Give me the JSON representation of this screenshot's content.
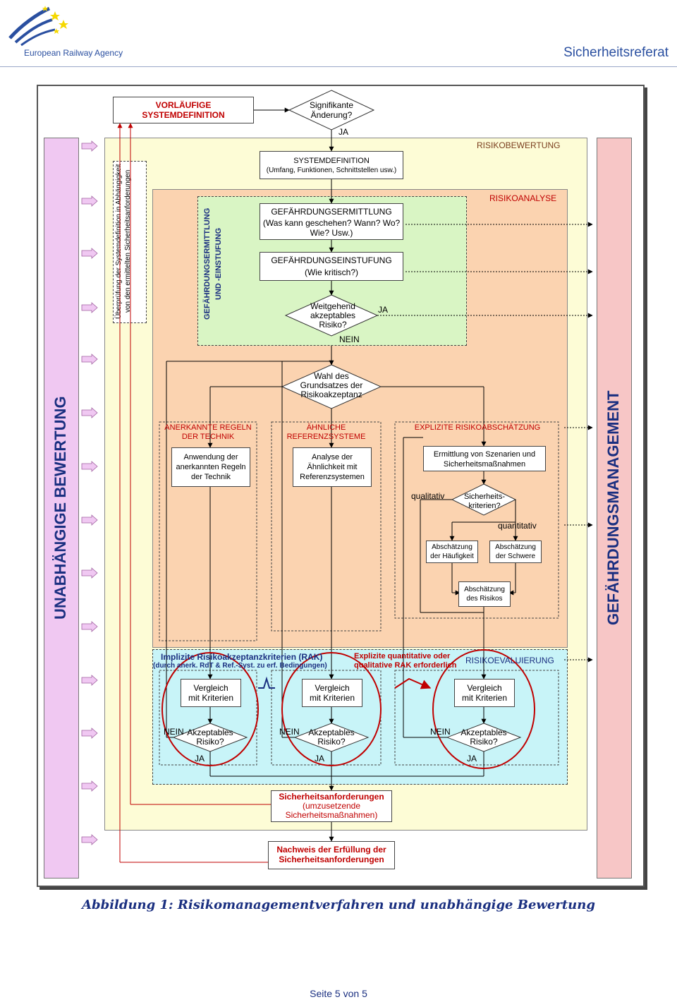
{
  "header": {
    "logo_text": "European Railway Agency",
    "page_title": "Sicherheitsreferat"
  },
  "diagram": {
    "vorlaeufige": "VORLÄUFIGE SYSTEMDEFINITION",
    "signifikant": "Signifikante Änderung?",
    "ja_top": "JA",
    "systemdef_title": "SYSTEMDEFINITION",
    "systemdef_sub": "(Umfang, Funktionen, Schnittstellen usw.)",
    "risikobewertung": "RISIKOBEWERTUNG",
    "risikoanalyse": "RISIKOANALYSE",
    "ueberpruefung": "Überprüfung der Systemdefinition in Abhängigkeit von den ermittelten Sicherheitsanforderungen",
    "gef_vert": "GEFÄHRDUNGSERMITTLUNG UND -EINSTUFUNG",
    "gef_erm_title": "GEFÄHRDUNGSERMITTLUNG",
    "gef_erm_sub": "(Was kann geschehen? Wann? Wo? Wie? Usw.)",
    "gef_ein_title": "GEFÄHRDUNGSEINSTUFUNG",
    "gef_ein_sub": "(Wie kritisch?)",
    "weitgehend": "Weitgehend akzeptables Risiko?",
    "ja_weit": "JA",
    "nein_weit": "NEIN",
    "wahl": "Wahl des Grundsatzes der Risikoakzeptanz",
    "unabh": "UNABHÄNGIGE BEWERTUNG",
    "gef_mgmt": "GEFÄHRDUNGSMANAGEMENT",
    "col1_title": "ANERKANNTE REGELN DER TECHNIK",
    "col1_box": "Anwendung der anerkannten Regeln der Technik",
    "col2_title": "ÄHNLICHE REFERENZSYSTEME",
    "col2_box": "Analyse der Ähnlichkeit mit Referenzsystemen",
    "col3_title": "EXPLIZITE RISIKOABSCHÄTZUNG",
    "col3_box": "Ermittlung von Szenarien und Sicherheitsmaßnahmen",
    "qualitativ": "qualitativ",
    "sicherheitskriterien": "Sicherheits-kriterien?",
    "quantitativ": "quantitativ",
    "haeufigkeit": "Abschätzung der Häufigkeit",
    "schwere": "Abschätzung der Schwere",
    "risikos": "Abschätzung des Risikos",
    "rak_implizit": "Implizite Risikoakzeptanzkriterien (RAK)",
    "rak_implizit_sub": "(durch anerk. RdT & Ref.-Syst. zu erf. Bedingungen)",
    "rak_explizit": "Explizite quantitative oder qualitative RAK erforderlich",
    "risikoevaluierung": "RISIKOEVALUIERUNG",
    "vergleich": "Vergleich mit Kriterien",
    "akzeptables": "Akzeptables Risiko?",
    "nein": "NEIN",
    "ja": "JA",
    "sich_anf_title": "Sicherheitsanforderungen",
    "sich_anf_sub": "(umzusetzende Sicherheitsmaßnahmen)",
    "nachweis": "Nachweis der Erfüllung der Sicherheitsanforderungen"
  },
  "caption": "Abbildung 1: Risikomanagementverfahren und unabhängige Bewertung",
  "footer": "Seite 5 von 5",
  "colors": {
    "yellow_bg": "#fdfcd6",
    "orange_bg": "#fbd3b0",
    "green_bg": "#d9f5c4",
    "cyan_bg": "#c8f4f8",
    "pink_bar": "#f0c8f2",
    "red_bar": "#f7c6c6",
    "red": "#c00000",
    "blue": "#1a2f80"
  }
}
